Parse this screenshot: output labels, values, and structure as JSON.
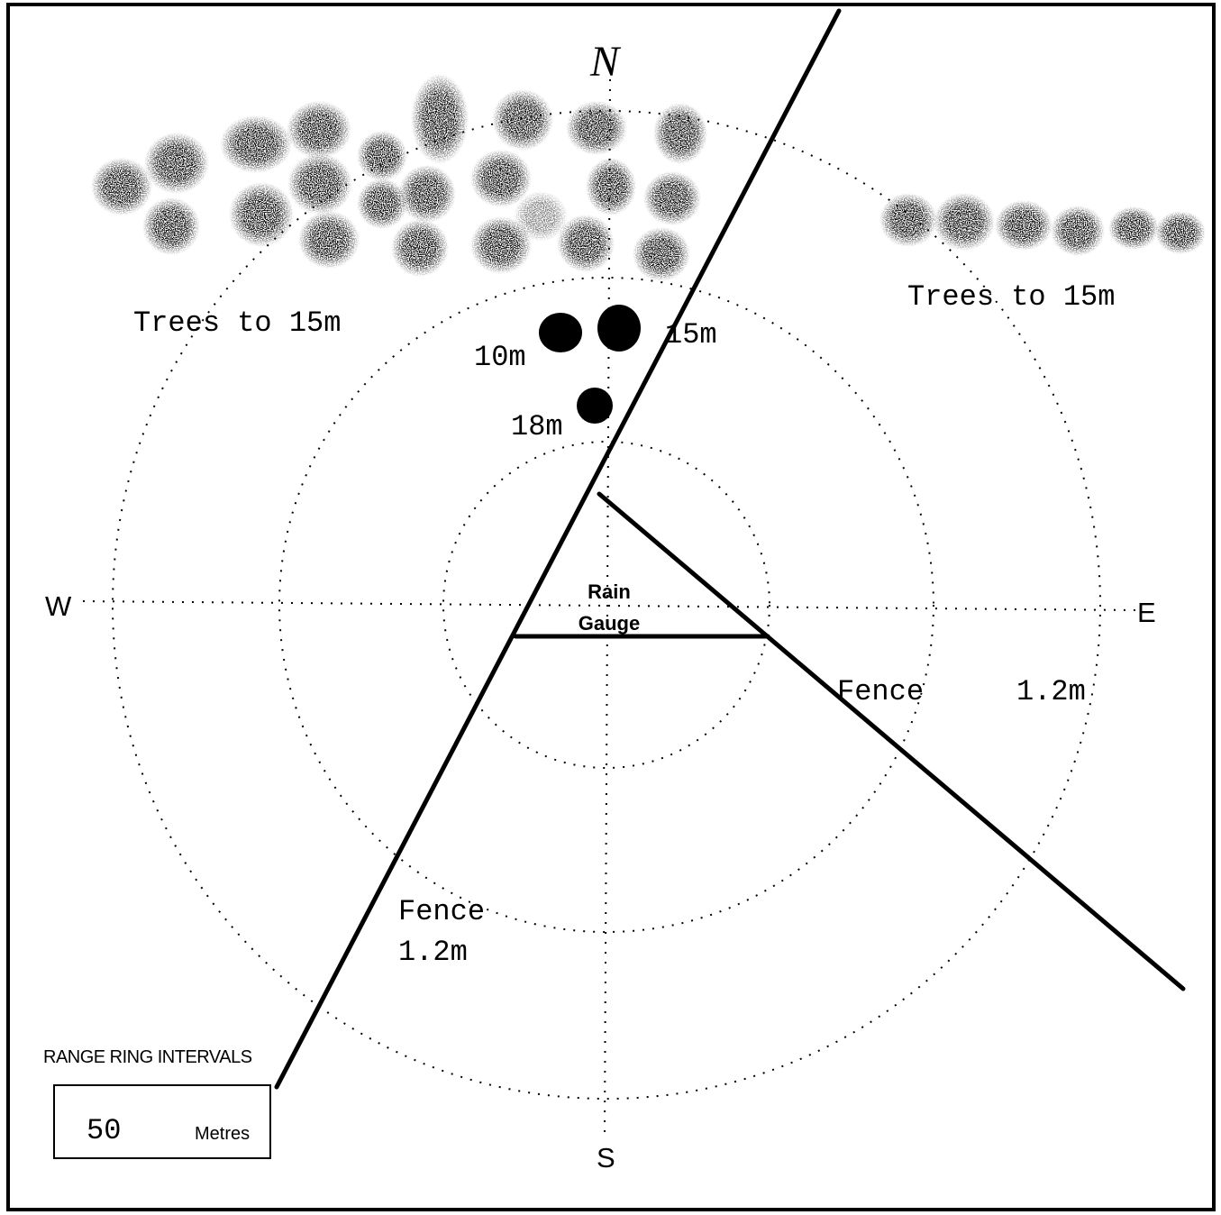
{
  "compass": {
    "north": "N",
    "south": "S",
    "east": "E",
    "west": "W"
  },
  "labels": {
    "trees_left": "Trees to 15m",
    "trees_right": "Trees to 15m",
    "tree_height_a": "10m",
    "tree_height_b": "15m",
    "tree_height_c": "18m",
    "gauge_line1": "Rain",
    "gauge_line2": "Gauge",
    "fence_right": "Fence",
    "fence_right_height": "1.2m",
    "fence_left": "Fence",
    "fence_left_height": "1.2m"
  },
  "legend": {
    "title": "RANGE RING INTERVALS",
    "value": "50",
    "unit": "Metres"
  },
  "colors": {
    "ink": "#000000",
    "paper": "#ffffff"
  }
}
